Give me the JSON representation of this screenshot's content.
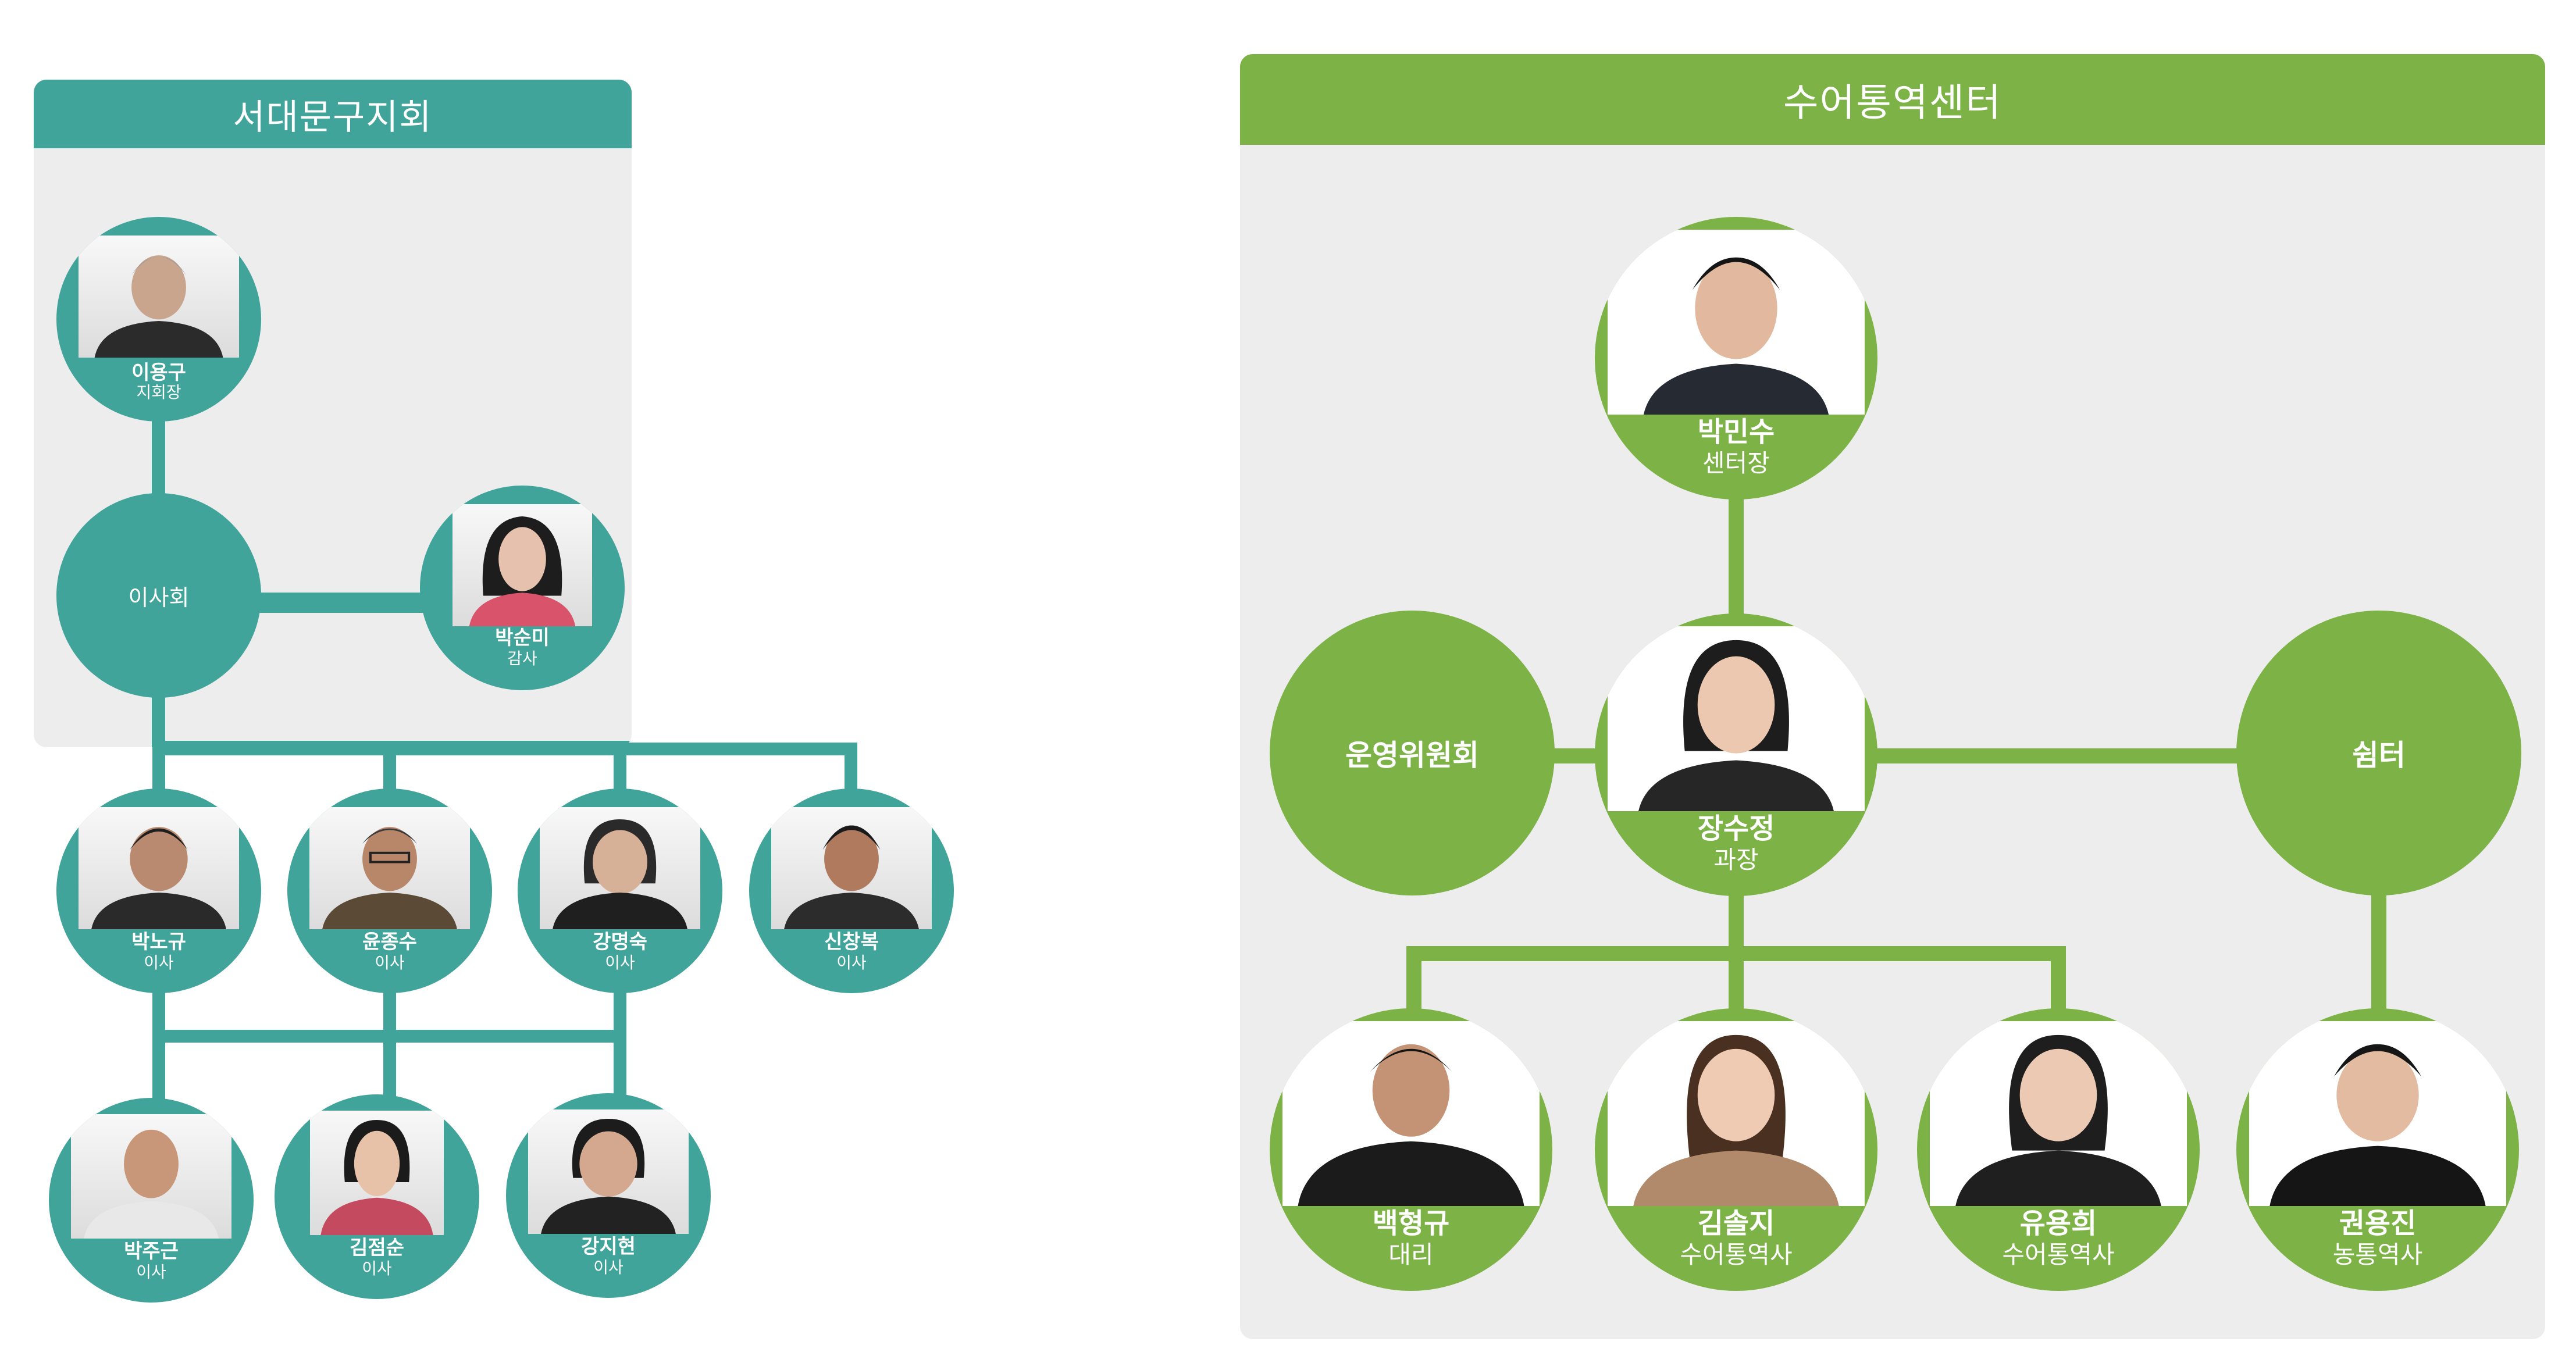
{
  "left": {
    "title": "서대문구지회",
    "board": "이사회",
    "chief": {
      "name": "이용구",
      "role": "지회장"
    },
    "auditor": {
      "name": "박순미",
      "role": "감사"
    },
    "directors_row1": [
      {
        "name": "박노규",
        "role": "이사"
      },
      {
        "name": "윤종수",
        "role": "이사"
      },
      {
        "name": "강명숙",
        "role": "이사"
      },
      {
        "name": "신창복",
        "role": "이사"
      }
    ],
    "faded": {
      "name": "박주근",
      "role": "이사"
    },
    "directors_row2": [
      {
        "name": "박주근",
        "role": "이사"
      },
      {
        "name": "김점순",
        "role": "이사"
      },
      {
        "name": "강지현",
        "role": "이사"
      }
    ]
  },
  "right": {
    "title": "수어통역센터",
    "director": {
      "name": "박민수",
      "role": "센터장"
    },
    "committee": "운영위원회",
    "shelter": "쉼터",
    "manager": {
      "name": "장수정",
      "role": "과장"
    },
    "staff": [
      {
        "name": "백형규",
        "role": "대리"
      },
      {
        "name": "김솔지",
        "role": "수어통역사"
      },
      {
        "name": "유용희",
        "role": "수어통역사"
      }
    ],
    "shelter_staff": {
      "name": "권용진",
      "role": "농통역사"
    }
  },
  "colors": {
    "teal": "#40a49a",
    "green": "#7db346",
    "panel_bg": "#ededed"
  }
}
